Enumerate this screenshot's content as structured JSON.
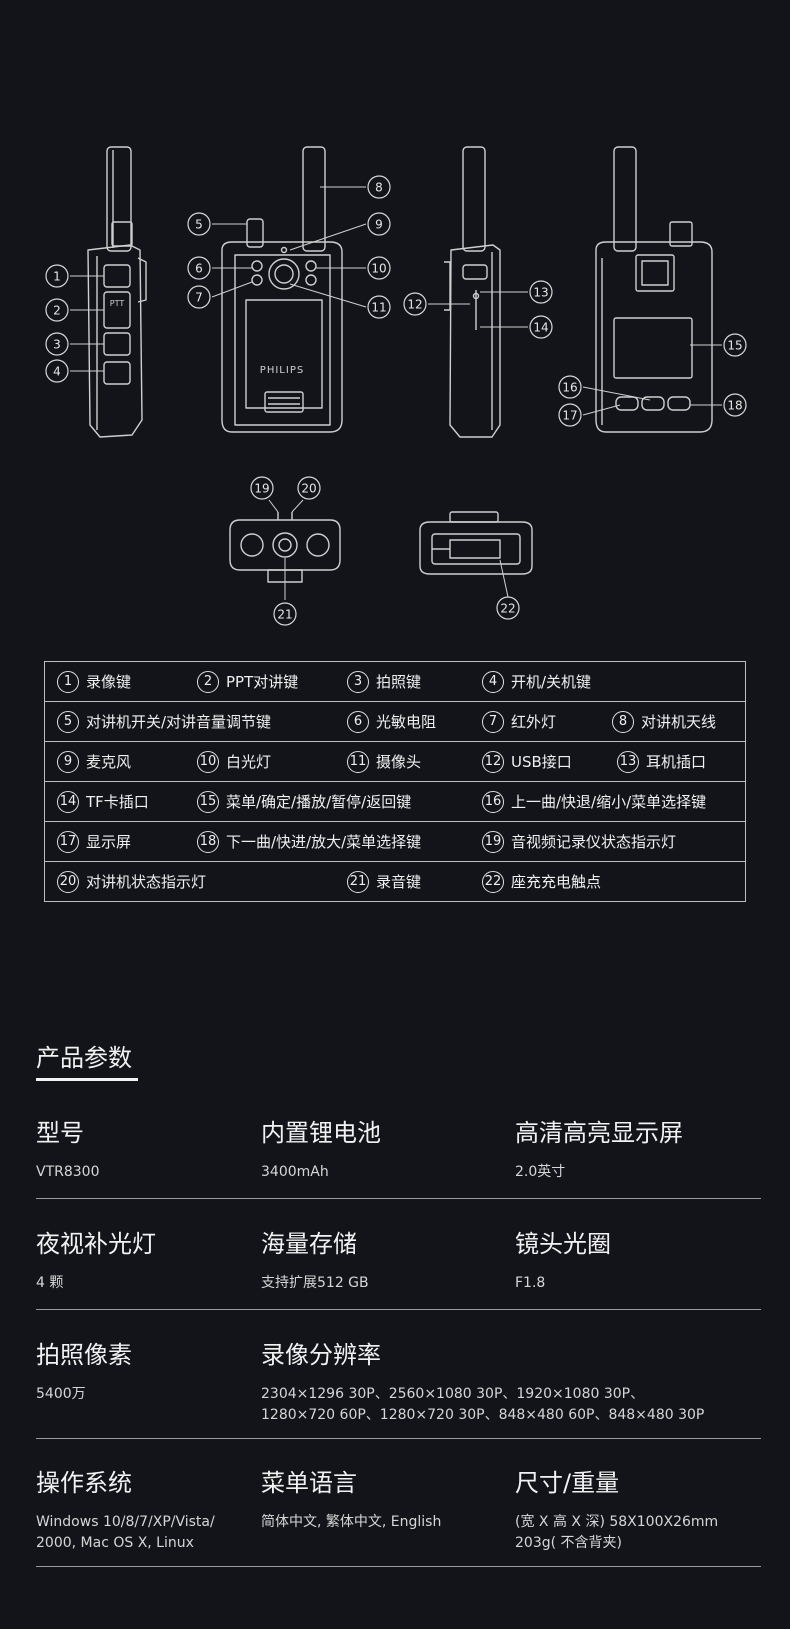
{
  "callouts": [
    {
      "n": "1",
      "label": "录像键"
    },
    {
      "n": "2",
      "label": "PPT对讲键"
    },
    {
      "n": "3",
      "label": "拍照键"
    },
    {
      "n": "4",
      "label": "开机/关机键"
    },
    {
      "n": "5",
      "label": "对讲机开关/对讲音量调节键"
    },
    {
      "n": "6",
      "label": "光敏电阻"
    },
    {
      "n": "7",
      "label": "红外灯"
    },
    {
      "n": "8",
      "label": "对讲机天线"
    },
    {
      "n": "9",
      "label": "麦克风"
    },
    {
      "n": "10",
      "label": "白光灯"
    },
    {
      "n": "11",
      "label": "摄像头"
    },
    {
      "n": "12",
      "label": "USB接口"
    },
    {
      "n": "13",
      "label": "耳机插口"
    },
    {
      "n": "14",
      "label": "TF卡插口"
    },
    {
      "n": "15",
      "label": "菜单/确定/播放/暂停/返回键"
    },
    {
      "n": "16",
      "label": "上一曲/快退/缩小/菜单选择键"
    },
    {
      "n": "17",
      "label": "显示屏"
    },
    {
      "n": "18",
      "label": "下一曲/快进/放大/菜单选择键"
    },
    {
      "n": "19",
      "label": "音视频记录仪状态指示灯"
    },
    {
      "n": "20",
      "label": "对讲机状态指示灯"
    },
    {
      "n": "21",
      "label": "录音键"
    },
    {
      "n": "22",
      "label": "座充充电触点"
    }
  ],
  "device": {
    "brand": "PHILIPS",
    "ptt_text": "PTT"
  },
  "params": {
    "title": "产品参数",
    "model": {
      "label": "型号",
      "value": "VTR8300"
    },
    "battery": {
      "label": "内置锂电池",
      "value": "3400mAh"
    },
    "screen": {
      "label": "高清高亮显示屏",
      "value": "2.0英寸"
    },
    "fill_light": {
      "label": "夜视补光灯",
      "value": "4 颗"
    },
    "storage": {
      "label": "海量存储",
      "value": "支持扩展512 GB"
    },
    "aperture": {
      "label": "镜头光圈",
      "value": "F1.8"
    },
    "photo_pixels": {
      "label": "拍照像素",
      "value": "5400万"
    },
    "video_res": {
      "label": "录像分辨率",
      "line1": "2304×1296 30P、2560×1080 30P、1920×1080 30P、",
      "line2": "1280×720 60P、1280×720 30P、848×480 60P、848×480 30P"
    },
    "os": {
      "label": "操作系统",
      "line1": "Windows 10/8/7/XP/Vista/",
      "line2": "2000, Mac OS X, Linux"
    },
    "menu_lang": {
      "label": "菜单语言",
      "value": "简体中文, 繁体中文, English"
    },
    "size": {
      "label": "尺寸/重量",
      "line1": "(宽 X 高 X 深) 58X100X26mm",
      "line2": "203g( 不含背夹)"
    }
  }
}
